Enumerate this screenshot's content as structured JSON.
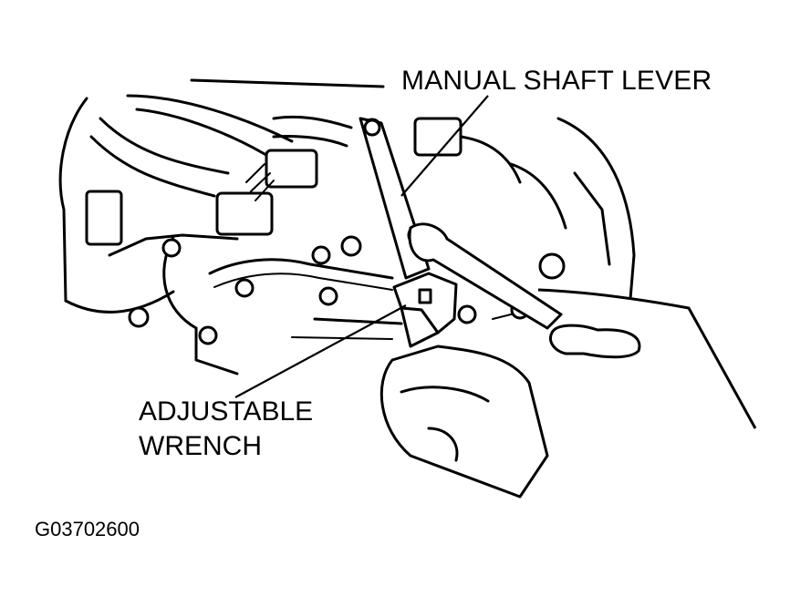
{
  "labels": {
    "manual_shaft_lever": "MANUAL SHAFT LEVER",
    "adjustable_wrench_line1": "ADJUSTABLE",
    "adjustable_wrench_line2": "WRENCH",
    "figure_code": "G03702600"
  }
}
